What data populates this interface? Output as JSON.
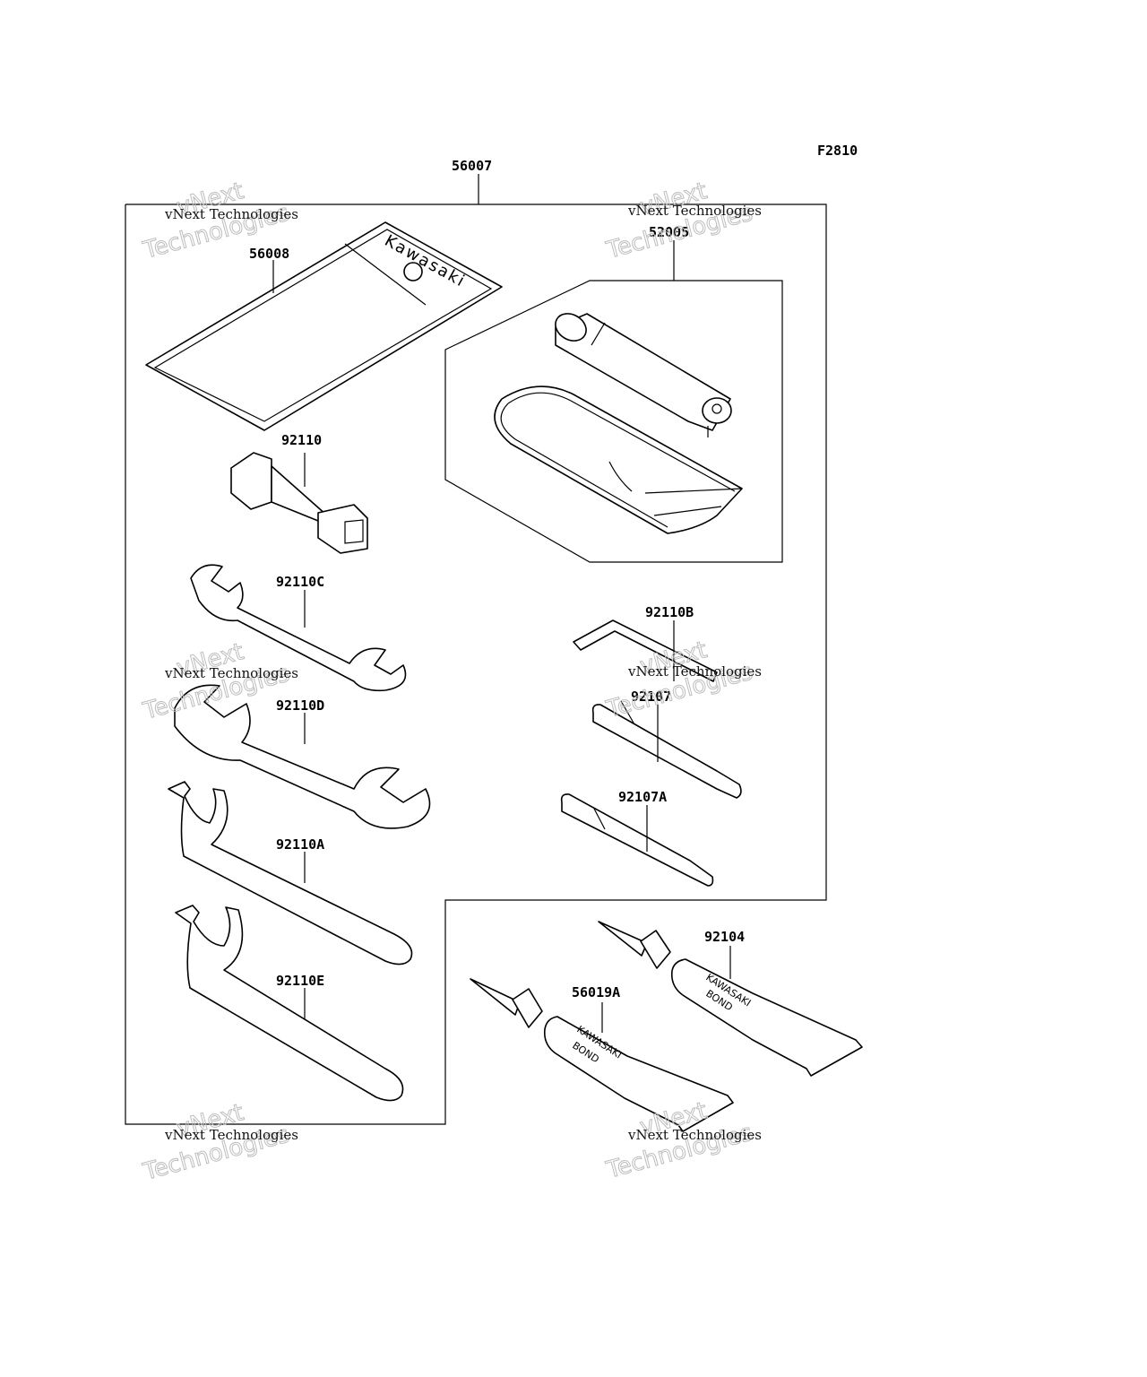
{
  "figure_code": "F2810",
  "brand_text": "Kawasaki",
  "tube_text": {
    "line1": "KAWASAKI",
    "line2": "BOND"
  },
  "parts": [
    {
      "id": "56007"
    },
    {
      "id": "56008"
    },
    {
      "id": "52005"
    },
    {
      "id": "92110"
    },
    {
      "id": "92110C"
    },
    {
      "id": "92110B"
    },
    {
      "id": "92110D"
    },
    {
      "id": "92107"
    },
    {
      "id": "92107A"
    },
    {
      "id": "92110A"
    },
    {
      "id": "92110E"
    },
    {
      "id": "92104"
    },
    {
      "id": "56019A"
    }
  ],
  "watermark": {
    "line1": "vNext Technologies",
    "line2": "Technologies",
    "line3": "vNext"
  }
}
